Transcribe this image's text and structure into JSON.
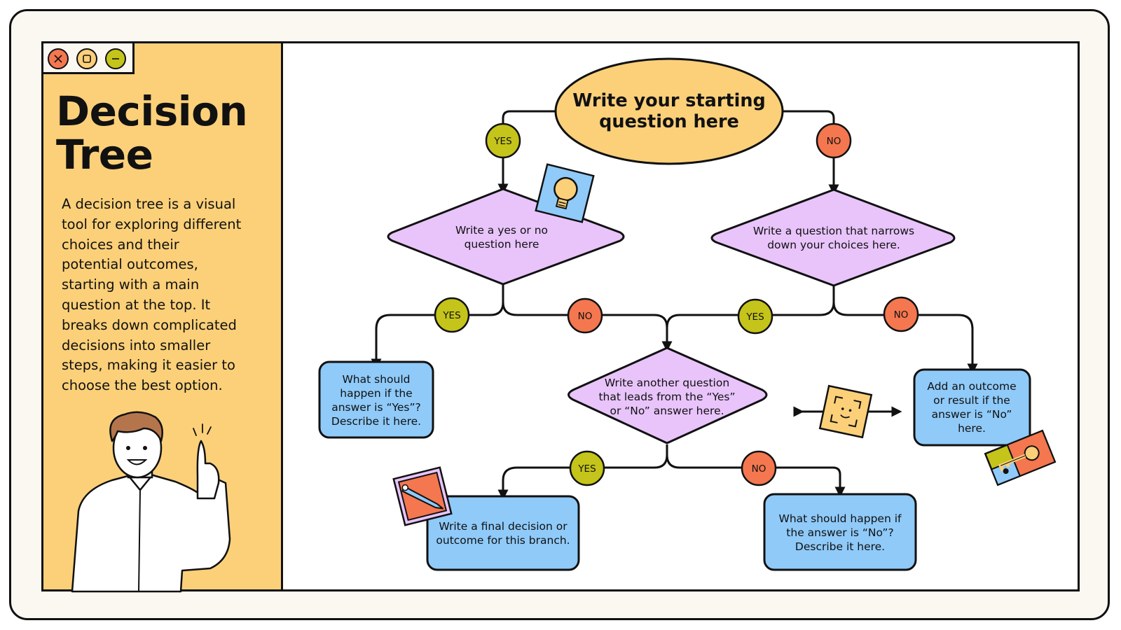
{
  "window": {
    "controls": [
      "close-icon",
      "maximize-icon",
      "minimize-icon"
    ],
    "colors": {
      "close": "#f4774f",
      "maximize": "#fbd079",
      "minimize": "#c4c41a"
    }
  },
  "sidebar": {
    "title_line1": "Decision",
    "title_line2": "Tree",
    "description": [
      "A decision tree is a visual",
      "tool for exploring different",
      "choices and their",
      "potential outcomes,",
      "starting with a main",
      "question at the top. It",
      "breaks down complicated",
      "decisions into smaller",
      "steps, making it easier to",
      "choose the best option."
    ]
  },
  "diagram": {
    "start": {
      "line1": "Write your starting",
      "line2": "question here"
    },
    "left_question": {
      "line1": "Write a yes or no",
      "line2": "question here"
    },
    "right_question": {
      "line1": "Write a question that narrows",
      "line2": "down your choices here."
    },
    "middle_question": {
      "line1": "Write another question",
      "line2": "that leads from the “Yes”",
      "line3": "or “No” answer here."
    },
    "outcome_yes": {
      "line1": "What should",
      "line2": "happen if the",
      "line3": "answer is “Yes”?",
      "line4": "Describe it here."
    },
    "outcome_no": {
      "line1": "Add an outcome",
      "line2": "or result if the",
      "line3": "answer is “No”",
      "line4": "here."
    },
    "final_yes": {
      "line1": "Write a final decision or",
      "line2": "outcome for this branch."
    },
    "final_no": {
      "line1": "What should happen if",
      "line2": "the answer is “No”?",
      "line3": "Describe it here."
    },
    "yes_label": "YES",
    "no_label": "NO",
    "colors": {
      "start": "#fbd079",
      "question": "#e8c4fb",
      "outcome": "#8fcaf9",
      "yes": "#c4c41a",
      "no": "#f4774f"
    },
    "stickers": [
      "lightbulb-icon",
      "face-scan-icon",
      "pencil-icon",
      "key-icon"
    ]
  }
}
